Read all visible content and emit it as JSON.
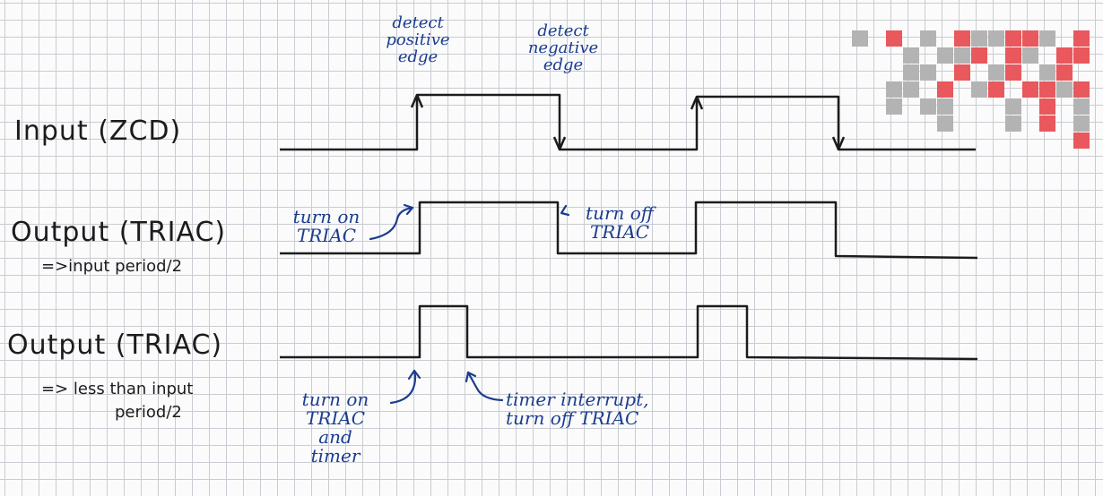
{
  "rows": [
    {
      "title": "Input (ZCD)",
      "note_lines": []
    },
    {
      "title": "Output (TRIAC)",
      "note_lines": [
        "=>input period/2"
      ]
    },
    {
      "title": "Output (TRIAC)",
      "note_lines": [
        "=> less than input",
        "period/2"
      ]
    }
  ],
  "annotations": {
    "detect_positive": [
      "detect",
      "positive",
      "edge"
    ],
    "detect_negative": [
      "detect",
      "negative",
      "edge"
    ],
    "turn_on_triac": [
      "turn on",
      "TRIAC"
    ],
    "turn_off_triac": [
      "turn off",
      "TRIAC"
    ],
    "turn_on_triac_timer": [
      "turn on",
      "TRIAC",
      "and",
      "timer"
    ],
    "timer_interrupt": [
      "timer interrupt,",
      "turn off TRIAC"
    ]
  },
  "colors": {
    "ink": "#1c1c1c",
    "annotation_ink": "#1b3d8f",
    "grid": "#c9ccd2",
    "decor_red": "#e8585c",
    "decor_gray": "#b3b3b3"
  }
}
